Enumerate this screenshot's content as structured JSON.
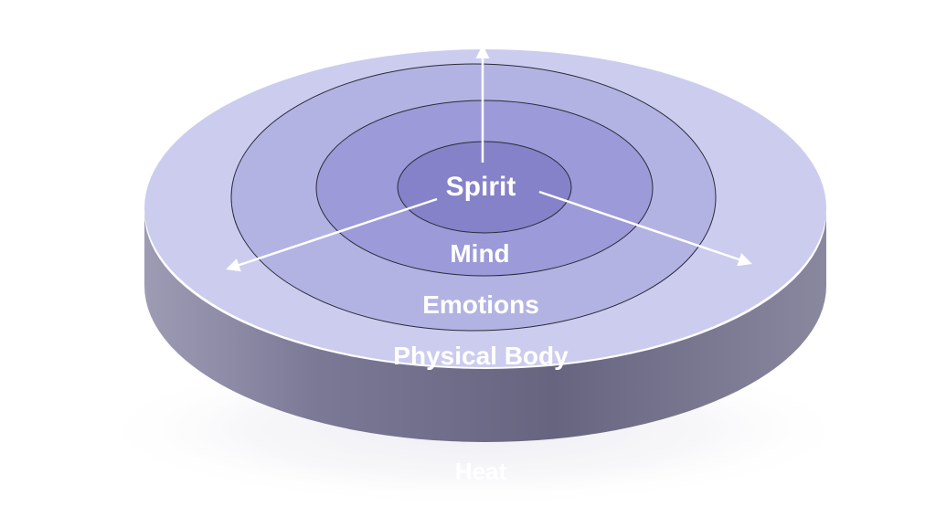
{
  "diagram": {
    "rings": [
      {
        "id": "spirit",
        "label": "Spirit"
      },
      {
        "id": "mind",
        "label": "Mind"
      },
      {
        "id": "emotions",
        "label": "Emotions"
      },
      {
        "id": "physical_body",
        "label": "Physical Body"
      }
    ],
    "base_label": "Heat",
    "arrow_count": 3,
    "colors": {
      "outer_disc": "#ccccef",
      "emotions_ring": "#b3b3e3",
      "mind_ring": "#9c9ad8",
      "spirit_core": "#8582c9",
      "disc_side": "#6a6883",
      "label_text": "#ffffff",
      "arrow": "#ffffff"
    }
  }
}
